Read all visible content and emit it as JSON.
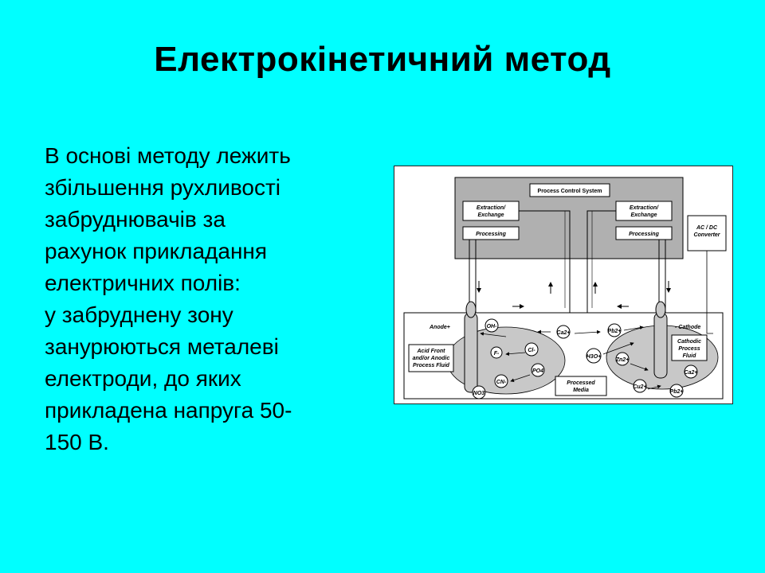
{
  "slide": {
    "title": "Електрокінетичний метод",
    "body_lines": [
      "В основі методу лежить",
      "збільшення рухливості",
      "забруднювачів  за",
      "рахунок прикладання",
      "електричних полів:",
      "у забруднену зону",
      "занурюються металеві",
      "електроди, до яких",
      "прикладена напруга 50-",
      "150 В."
    ]
  },
  "diagram": {
    "process_control": "Process Control System",
    "extraction_left": [
      "Extraction/",
      "Exchange"
    ],
    "extraction_right": [
      "Extraction/",
      "Exchange"
    ],
    "processing_left": "Processing",
    "processing_right": "Processing",
    "converter": [
      "AC / DC",
      "Converter"
    ],
    "anode": "Anode+",
    "cathode": "- Cathode",
    "acid_front": [
      "Acid Front",
      "and/or Anodic",
      "Process Fluid"
    ],
    "cathodic": [
      "Cathodic",
      "Process",
      "Fluid"
    ],
    "processed": [
      "Processed",
      "Media"
    ],
    "ions": [
      "OH-",
      "F-",
      "Cl-",
      "PO4",
      "CN-",
      "NO3",
      "Ca2+",
      "Pb2+",
      "H3O+",
      "Zn2+",
      "Cu2+",
      "Pb2+",
      "Ca2+"
    ]
  }
}
